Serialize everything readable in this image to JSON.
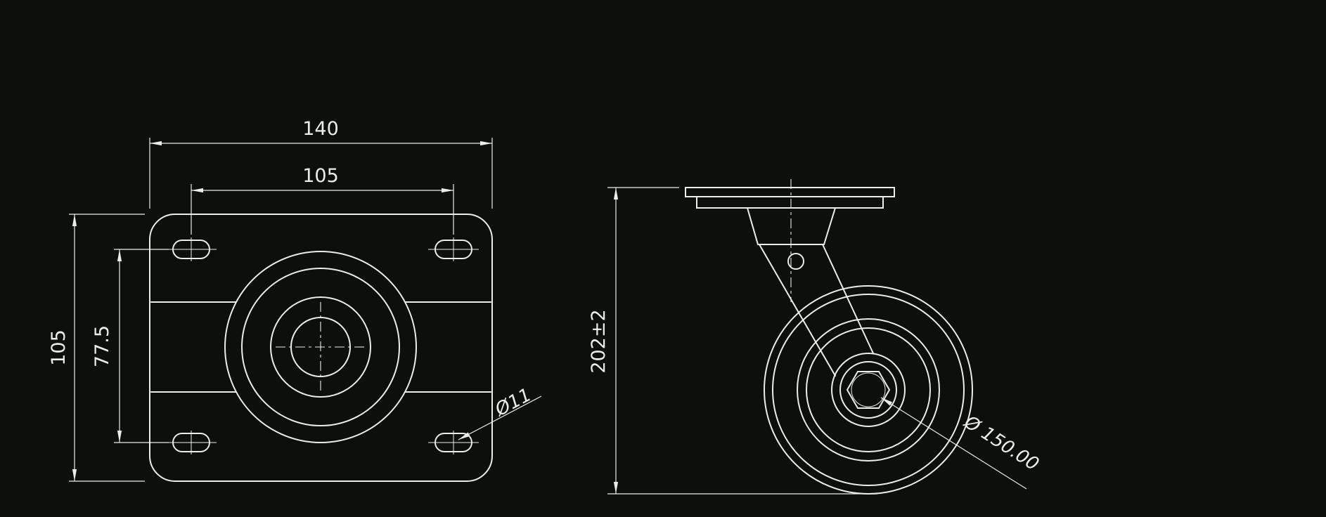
{
  "colors": {
    "background": "#0c100c",
    "line": "#ececec"
  },
  "drawing_title": "swivel-caster-technical-drawing",
  "top_view": {
    "name": "mounting-plate-top-view",
    "dim_width_overall": "140",
    "dim_bolt_span_x": "105",
    "dim_height_overall": "105",
    "dim_bolt_span_y": "77.5",
    "dim_hole_diameter": "Ø11"
  },
  "side_view": {
    "name": "caster-side-view",
    "dim_overall_height": "202±2",
    "dim_wheel_diameter": "Ø 150.00"
  }
}
